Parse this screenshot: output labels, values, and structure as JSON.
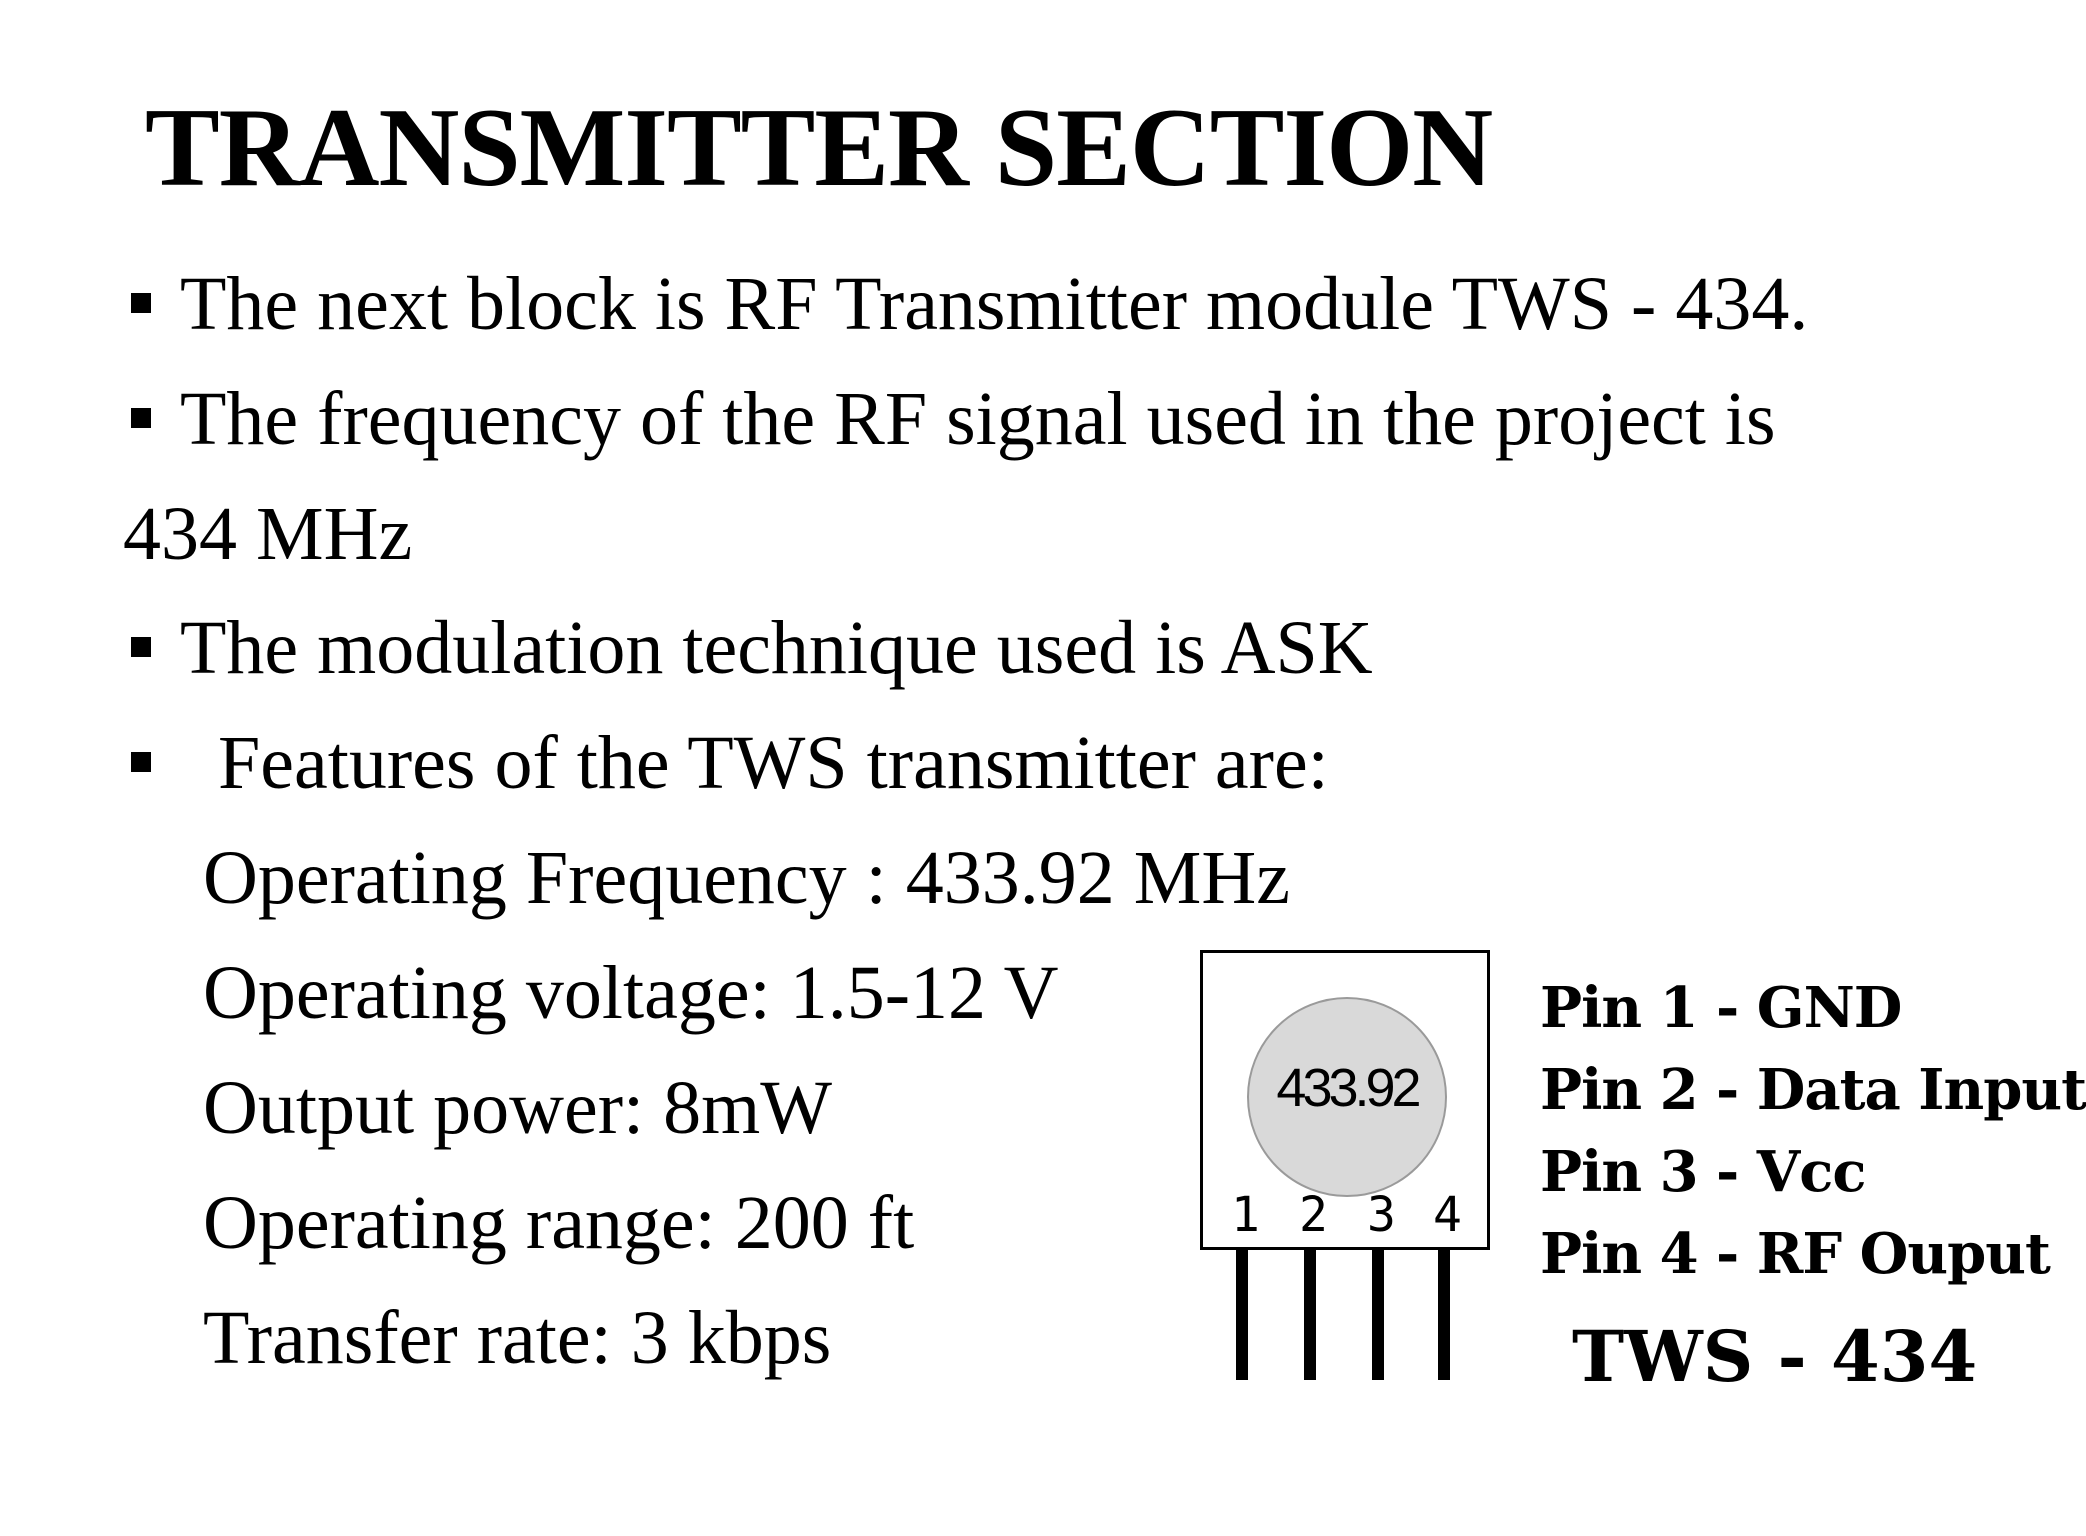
{
  "slide": {
    "title": "TRANSMITTER SECTION",
    "bullets": [
      "The next block is RF Transmitter module TWS - 434.",
      "The frequency of the RF signal used in the project is",
      "The modulation technique used is ASK",
      "Features of the TWS transmitter are:"
    ],
    "continuation": "434 MHz",
    "features": [
      "Operating Frequency : 433.92 MHz",
      "Operating voltage: 1.5-12 V",
      "Output power: 8mW",
      "Operating range: 200 ft",
      "Transfer rate: 3 kbps"
    ]
  },
  "diagram": {
    "chip_label": "433.92",
    "pin_numbers": [
      "1",
      "2",
      "3",
      "4"
    ],
    "pin_labels": [
      "Pin 1 - GND",
      "Pin 2 - Data Input",
      "Pin 3 - Vcc",
      "Pin 4 - RF Ouput"
    ],
    "part_name": "TWS - 434"
  }
}
